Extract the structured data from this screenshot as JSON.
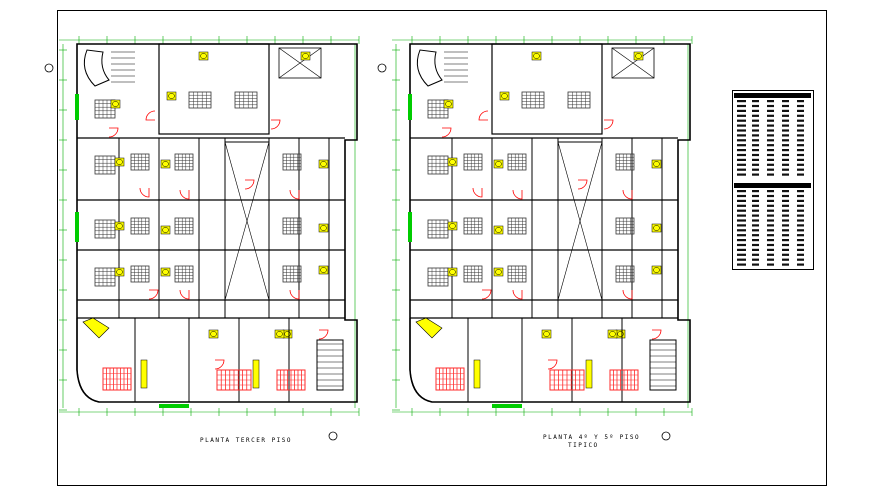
{
  "drawing": {
    "plan_left_title": "PLANTA TERCER PISO",
    "plan_right_title_line1": "PLANTA 4º Y 5º PISO",
    "plan_right_title_line2": "TIPICO"
  },
  "colors": {
    "walls": "#000000",
    "furniture": "#333333",
    "doors": "#ff0000",
    "dims": "#00aa00",
    "fixtures": "#ffff00",
    "stairs_red": "#ff2a2a"
  },
  "schedule": {
    "tables": 2,
    "rows_per_table": 16,
    "columns": 5
  }
}
